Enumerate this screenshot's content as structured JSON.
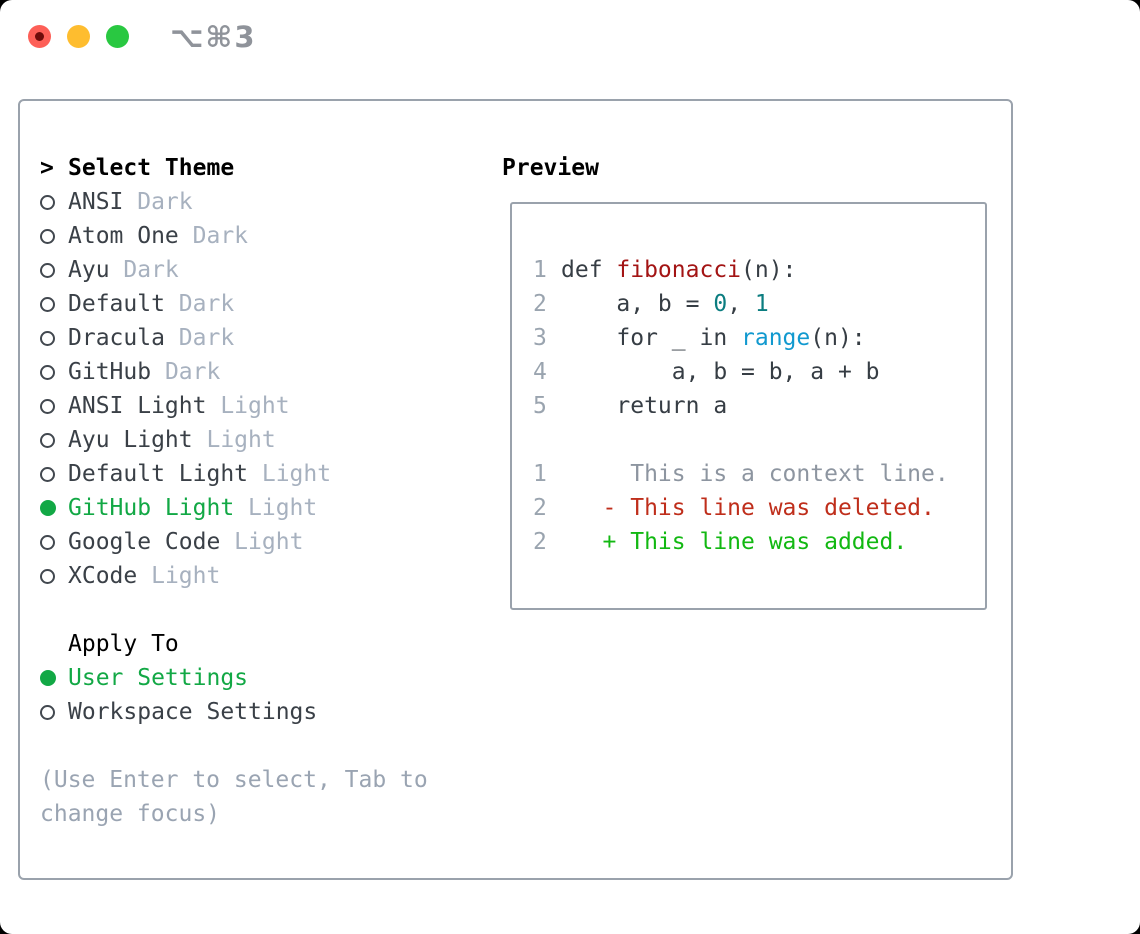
{
  "titlebar": {
    "shortcut": "⌥⌘3",
    "traffic_lights": [
      {
        "name": "close",
        "color": "#fd5f57"
      },
      {
        "name": "minimize",
        "color": "#febd2f"
      },
      {
        "name": "zoom",
        "color": "#29c841"
      }
    ]
  },
  "theme_menu": {
    "cursor": ">",
    "title": "Select Theme",
    "items": [
      {
        "name": "ANSI",
        "variant": "Dark",
        "selected": false
      },
      {
        "name": "Atom One",
        "variant": "Dark",
        "selected": false
      },
      {
        "name": "Ayu",
        "variant": "Dark",
        "selected": false
      },
      {
        "name": "Default",
        "variant": "Dark",
        "selected": false
      },
      {
        "name": "Dracula",
        "variant": "Dark",
        "selected": false
      },
      {
        "name": "GitHub",
        "variant": "Dark",
        "selected": false
      },
      {
        "name": "ANSI Light",
        "variant": "Light",
        "selected": false
      },
      {
        "name": "Ayu Light",
        "variant": "Light",
        "selected": false
      },
      {
        "name": "Default Light",
        "variant": "Light",
        "selected": false
      },
      {
        "name": "GitHub Light",
        "variant": "Light",
        "selected": true
      },
      {
        "name": "Google Code",
        "variant": "Light",
        "selected": false
      },
      {
        "name": "XCode",
        "variant": "Light",
        "selected": false
      }
    ]
  },
  "apply_to": {
    "title": "Apply To",
    "items": [
      {
        "name": "User Settings",
        "selected": true
      },
      {
        "name": "Workspace Settings",
        "selected": false
      }
    ]
  },
  "help": {
    "line1": "(Use Enter to select, Tab to",
    "line2": "change focus)"
  },
  "preview": {
    "title": "Preview",
    "lines": [
      {
        "num": "1",
        "segments": [
          {
            "text": "def ",
            "cls": "k"
          },
          {
            "text": "fibonacci",
            "cls": "t"
          },
          {
            "text": "(n):",
            "cls": "p"
          }
        ]
      },
      {
        "num": "2",
        "segments": [
          {
            "text": "    a, b = ",
            "cls": "p"
          },
          {
            "text": "0",
            "cls": "n"
          },
          {
            "text": ", ",
            "cls": "p"
          },
          {
            "text": "1",
            "cls": "n"
          }
        ]
      },
      {
        "num": "3",
        "segments": [
          {
            "text": "    for _ in ",
            "cls": "p"
          },
          {
            "text": "range",
            "cls": "b"
          },
          {
            "text": "(n):",
            "cls": "p"
          }
        ]
      },
      {
        "num": "4",
        "segments": [
          {
            "text": "        a, b = b, a + b",
            "cls": "p"
          }
        ]
      },
      {
        "num": "5",
        "segments": [
          {
            "text": "    return a",
            "cls": "p"
          }
        ]
      },
      {
        "num": "",
        "segments": []
      },
      {
        "num": "1",
        "segments": [
          {
            "text": "     This is a context line.",
            "cls": "ctx"
          }
        ]
      },
      {
        "num": "2",
        "segments": [
          {
            "text": "   - This line was deleted.",
            "cls": "del"
          }
        ]
      },
      {
        "num": "2",
        "segments": [
          {
            "text": "   + This line was added.",
            "cls": "add"
          }
        ]
      }
    ]
  },
  "colors": {
    "accent_green": "#12a845",
    "addition_green": "#12b812",
    "deletion_red": "#bf2e1b",
    "function_name_red": "#a31414",
    "number_literal_teal": "#0b7d80",
    "builtin_blue": "#1199cf",
    "panel_border_gray": "#9aa2ac",
    "secondary_text_gray": "#a7b1bf",
    "traffic_red": "#fd5f57",
    "traffic_yellow": "#febd2f",
    "traffic_green": "#29c841"
  }
}
